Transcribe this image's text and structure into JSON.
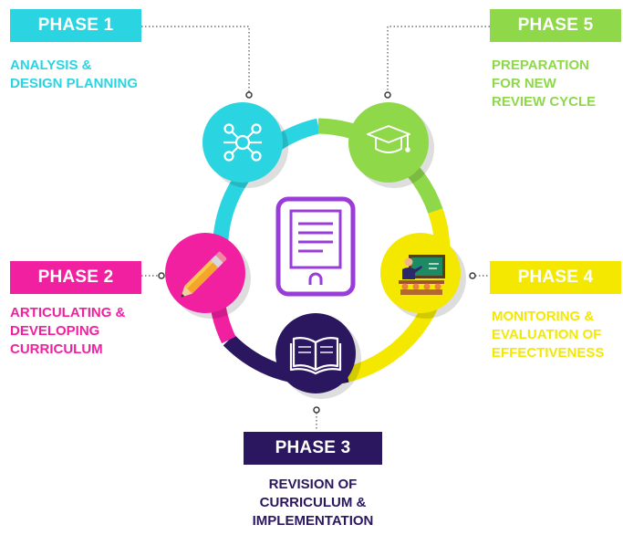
{
  "colors": {
    "phase1": "#2ad4e0",
    "phase2": "#f020a0",
    "phase3": "#2b1760",
    "phase4": "#f4e800",
    "phase5": "#8ed84a",
    "center": "#9a3cd8"
  },
  "phases": [
    {
      "label": "PHASE 1",
      "lines": [
        "ANALYSIS &",
        "DESIGN PLANNING"
      ],
      "icon": "network-icon"
    },
    {
      "label": "PHASE 2",
      "lines": [
        "ARTICULATING &",
        "DEVELOPING",
        "CURRICULUM"
      ],
      "icon": "pencil-icon"
    },
    {
      "label": "PHASE 3",
      "lines": [
        "REVISION OF",
        "CURRICULUM &",
        "IMPLEMENTATION"
      ],
      "icon": "open-book-icon"
    },
    {
      "label": "PHASE 4",
      "lines": [
        "MONITORING &",
        "EVALUATION OF",
        "EFFECTIVENESS"
      ],
      "icon": "teacher-classroom-icon"
    },
    {
      "label": "PHASE 5",
      "lines": [
        "PREPARATION",
        "FOR NEW",
        "REVIEW CYCLE"
      ],
      "icon": "graduation-cap-icon"
    }
  ],
  "center_icon": "tablet-document-icon"
}
